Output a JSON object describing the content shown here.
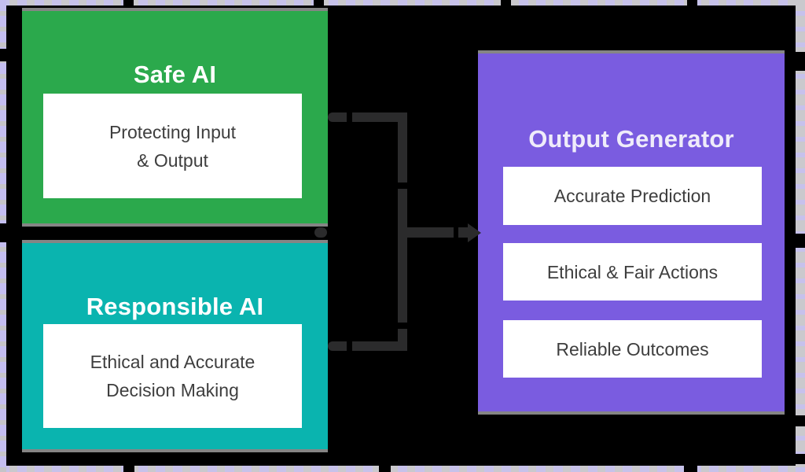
{
  "colors": {
    "background": "#000000",
    "safe_ai_green": "#2BA94C",
    "responsible_ai_teal": "#0AB4AF",
    "output_generator_purple": "#7A5CE0",
    "connector_gray": "#2B2B2C",
    "bevel_gray": "#858585",
    "card_background": "#FFFFFF",
    "card_text": "#3E3E3E",
    "title_text": "#FFFFFF"
  },
  "nodes": {
    "safe_ai": {
      "title": "Safe AI",
      "card_lines": [
        "Protecting Input",
        "& Output"
      ]
    },
    "responsible_ai": {
      "title": "Responsible AI",
      "card_lines": [
        "Ethical and Accurate",
        "Decision Making"
      ]
    },
    "output_generator": {
      "title": "Output Generator",
      "cards": [
        "Accurate Prediction",
        "Ethical & Fair Actions",
        "Reliable Outcomes"
      ]
    }
  },
  "connectors": {
    "from": [
      "Safe AI",
      "Responsible AI"
    ],
    "to": "Output Generator",
    "style": "dashed elbow lines merging into a right-pointing arrow"
  }
}
